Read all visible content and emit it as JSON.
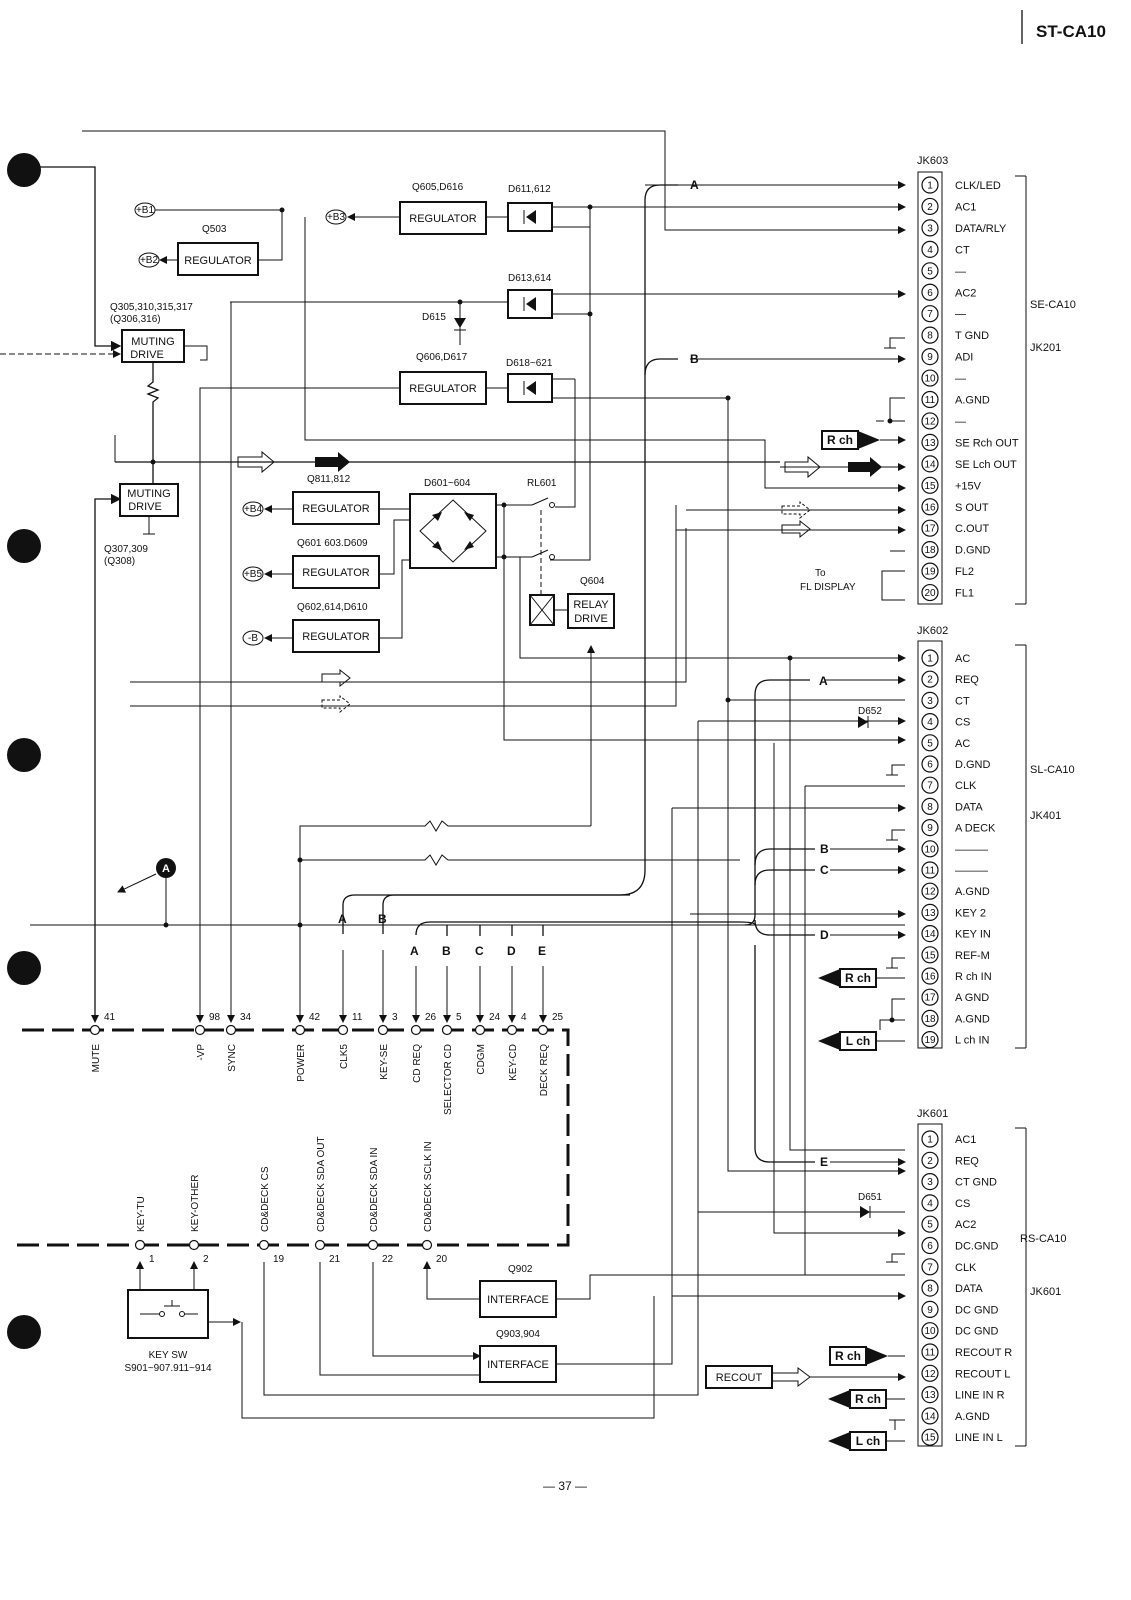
{
  "header": {
    "model": "ST-CA10"
  },
  "footer": {
    "page": "— 37 —"
  },
  "connectors": {
    "jk603": {
      "name": "JK603",
      "pins": [
        {
          "num": "1",
          "label": "CLK/LED"
        },
        {
          "num": "2",
          "label": "AC1"
        },
        {
          "num": "3",
          "label": "DATA/RLY"
        },
        {
          "num": "4",
          "label": "CT"
        },
        {
          "num": "5",
          "label": "—"
        },
        {
          "num": "6",
          "label": "AC2"
        },
        {
          "num": "7",
          "label": "—"
        },
        {
          "num": "8",
          "label": "T GND"
        },
        {
          "num": "9",
          "label": "ADI"
        },
        {
          "num": "10",
          "label": "—"
        },
        {
          "num": "11",
          "label": "A.GND"
        },
        {
          "num": "12",
          "label": "—"
        },
        {
          "num": "13",
          "label": "SE Rch OUT"
        },
        {
          "num": "14",
          "label": "SE Lch OUT"
        },
        {
          "num": "15",
          "label": "+15V"
        },
        {
          "num": "16",
          "label": "S OUT"
        },
        {
          "num": "17",
          "label": "C.OUT"
        },
        {
          "num": "18",
          "label": "D.GND"
        },
        {
          "num": "19",
          "label": "FL2"
        },
        {
          "num": "20",
          "label": "FL1"
        }
      ],
      "side_label_1": "SE-CA10",
      "side_label_2": "JK201"
    },
    "jk602": {
      "name": "JK602",
      "pins": [
        {
          "num": "1",
          "label": "AC"
        },
        {
          "num": "2",
          "label": "REQ"
        },
        {
          "num": "3",
          "label": "CT"
        },
        {
          "num": "4",
          "label": "CS"
        },
        {
          "num": "5",
          "label": "AC"
        },
        {
          "num": "6",
          "label": "D.GND"
        },
        {
          "num": "7",
          "label": "CLK"
        },
        {
          "num": "8",
          "label": "DATA"
        },
        {
          "num": "9",
          "label": "A DECK"
        },
        {
          "num": "10",
          "label": "———"
        },
        {
          "num": "11",
          "label": "———"
        },
        {
          "num": "12",
          "label": "A.GND"
        },
        {
          "num": "13",
          "label": "KEY 2"
        },
        {
          "num": "14",
          "label": "KEY IN"
        },
        {
          "num": "15",
          "label": "REF-M"
        },
        {
          "num": "16",
          "label": "R ch IN"
        },
        {
          "num": "17",
          "label": "A GND"
        },
        {
          "num": "18",
          "label": "A.GND"
        },
        {
          "num": "19",
          "label": "L ch IN"
        }
      ],
      "side_label_1": "SL-CA10",
      "side_label_2": "JK401"
    },
    "jk601": {
      "name": "JK601",
      "pins": [
        {
          "num": "1",
          "label": "AC1"
        },
        {
          "num": "2",
          "label": "REQ"
        },
        {
          "num": "3",
          "label": "CT GND"
        },
        {
          "num": "4",
          "label": "CS"
        },
        {
          "num": "5",
          "label": "AC2"
        },
        {
          "num": "6",
          "label": "DC.GND"
        },
        {
          "num": "7",
          "label": "CLK"
        },
        {
          "num": "8",
          "label": "DATA"
        },
        {
          "num": "9",
          "label": "DC GND"
        },
        {
          "num": "10",
          "label": "DC GND"
        },
        {
          "num": "11",
          "label": "RECOUT R"
        },
        {
          "num": "12",
          "label": "RECOUT L"
        },
        {
          "num": "13",
          "label": "LINE IN R"
        },
        {
          "num": "14",
          "label": "A.GND"
        },
        {
          "num": "15",
          "label": "LINE IN L"
        }
      ],
      "side_label_1": "RS-CA10",
      "side_label_2": "JK601"
    }
  },
  "blocks": {
    "reg_q605": {
      "ref": "Q605,D616",
      "label": "REGULATOR"
    },
    "reg_q503": {
      "ref": "Q503",
      "label": "REGULATOR"
    },
    "reg_q606": {
      "ref": "Q606,D617",
      "label": "REGULATOR"
    },
    "reg_q811": {
      "ref": "Q811,812",
      "label": "REGULATOR"
    },
    "reg_q601": {
      "ref": "Q601 603.D609",
      "label": "REGULATOR"
    },
    "reg_q602": {
      "ref": "Q602,614,D610",
      "label": "REGULATOR"
    },
    "mute1": {
      "ref1": "Q305,310,315,317",
      "ref2": "(Q306,316)",
      "line1": "MUTING",
      "line2": "DRIVE"
    },
    "mute2": {
      "ref1": "Q307,309",
      "ref2": "(Q308)",
      "line1": "MUTING",
      "line2": "DRIVE"
    },
    "relay": {
      "ref": "Q604",
      "line1": "RELAY",
      "line2": "DRIVE"
    },
    "interface1": {
      "ref": "Q902",
      "label": "INTERFACE"
    },
    "interface2": {
      "ref": "Q903,904",
      "label": "INTERFACE"
    },
    "keysw": {
      "line1": "KEY SW",
      "line2": "S901~907.911~914"
    },
    "recout": {
      "label": "RECOUT"
    }
  },
  "diodes": {
    "d611": "D611,612",
    "d613": "D613,614",
    "d618": "D618~621",
    "d615": "D615",
    "d601": "D601~604",
    "rl601": "RL601",
    "d652": "D652",
    "d651": "D651"
  },
  "supplies": {
    "b1": "+B1",
    "b2": "+B2",
    "b3": "+B3",
    "b4": "+B4",
    "b5": "+B5",
    "bneg": "-B"
  },
  "tags": {
    "rch": "R ch",
    "lch": "L ch",
    "to_fl_1": "To",
    "to_fl_2": "FL DISPLAY",
    "node_a": "A"
  },
  "letters": {
    "a": "A",
    "b": "B",
    "c": "C",
    "d": "D",
    "e": "E"
  },
  "cpu_pins_top": [
    {
      "num": "41",
      "name": "MUTE"
    },
    {
      "num": "98",
      "name": "-VP"
    },
    {
      "num": "34",
      "name": "SYNC"
    },
    {
      "num": "42",
      "name": "POWER"
    },
    {
      "num": "11",
      "name": "CLK5"
    },
    {
      "num": "3",
      "name": "KEY-SE"
    },
    {
      "num": "26",
      "name": "CD REQ"
    },
    {
      "num": "5",
      "name": "SELECTOR CD"
    },
    {
      "num": "24",
      "name": "CDGM"
    },
    {
      "num": "4",
      "name": "KEY-CD"
    },
    {
      "num": "25",
      "name": "DECK REQ"
    }
  ],
  "cpu_pins_bottom": [
    {
      "num": "1",
      "name": "KEY-TU"
    },
    {
      "num": "2",
      "name": "KEY-OTHER"
    },
    {
      "num": "19",
      "name": "CD&DECK CS"
    },
    {
      "num": "21",
      "name": "CD&DECK SDA OUT"
    },
    {
      "num": "22",
      "name": "CD&DECK SDA IN"
    },
    {
      "num": "20",
      "name": "CD&DECK SCLK IN"
    }
  ]
}
